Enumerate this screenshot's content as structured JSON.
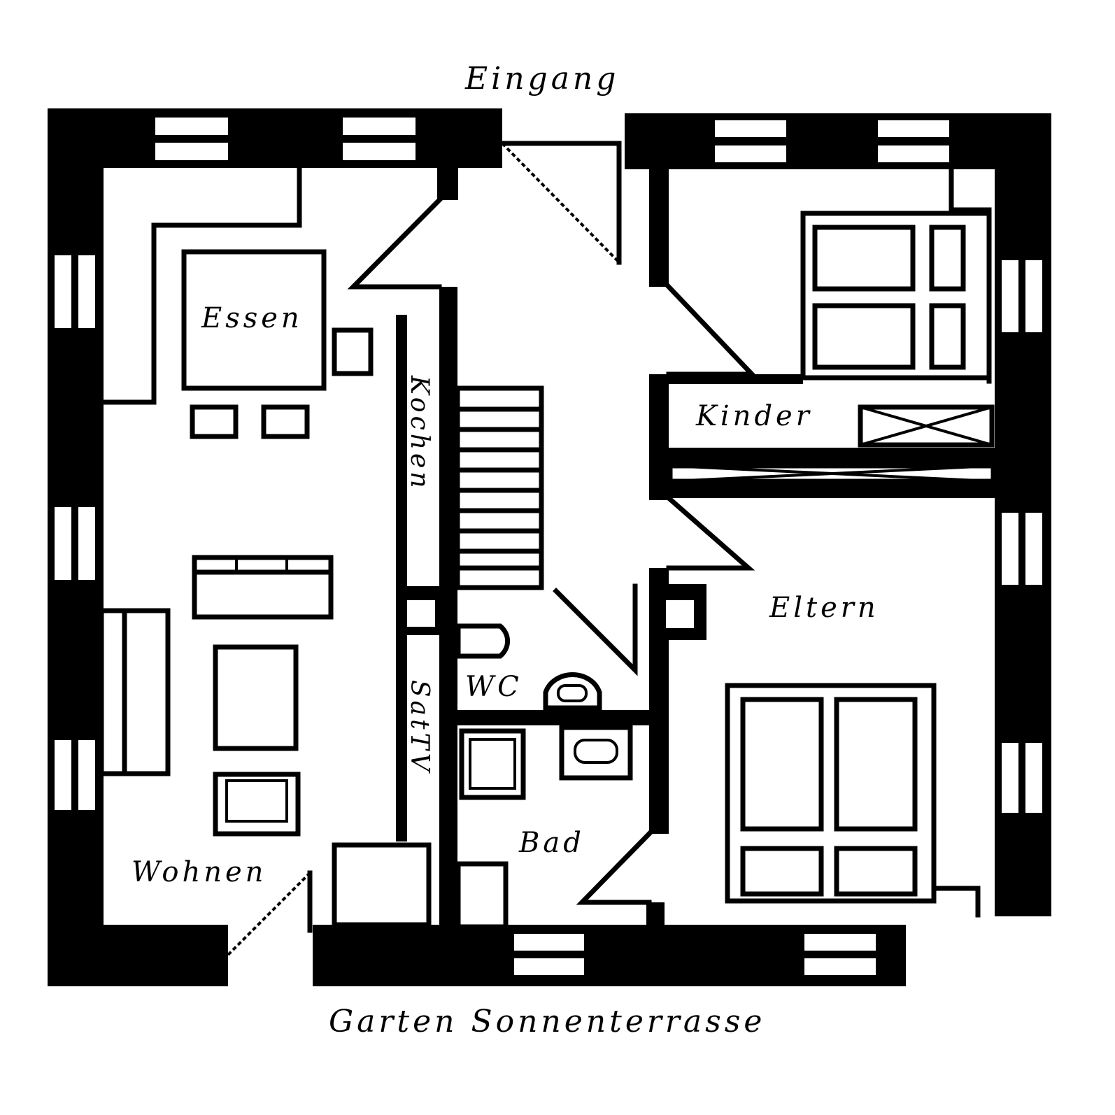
{
  "labels": {
    "entrance": "Eingang",
    "garden": "Garten Sonnenterrasse",
    "dining": "Essen",
    "kitchen": "Kochen",
    "children": "Kinder",
    "parents": "Eltern",
    "wc": "WC",
    "sat_tv": "SatTV",
    "bath": "Bad",
    "living": "Wohnen"
  },
  "colors": {
    "wall": "#000000",
    "background": "#ffffff"
  }
}
